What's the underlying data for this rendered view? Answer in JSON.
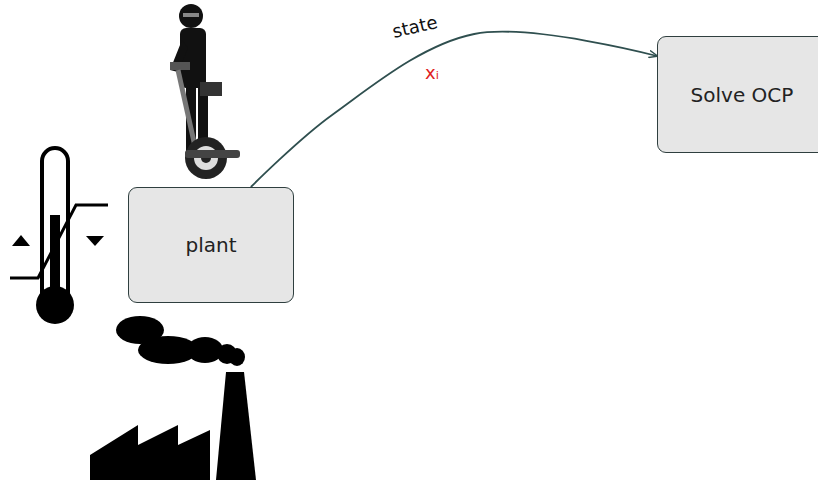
{
  "diagram": {
    "nodes": [
      {
        "text": [
          "plant"
        ]
      },
      {
        "text": [
          "Solve OCP"
        ]
      }
    ],
    "edges": [
      {
        "from": 0,
        "to": 1,
        "arrow": "to",
        "label": "state"
      }
    ],
    "labels": [
      "xᵢ"
    ]
  }
}
